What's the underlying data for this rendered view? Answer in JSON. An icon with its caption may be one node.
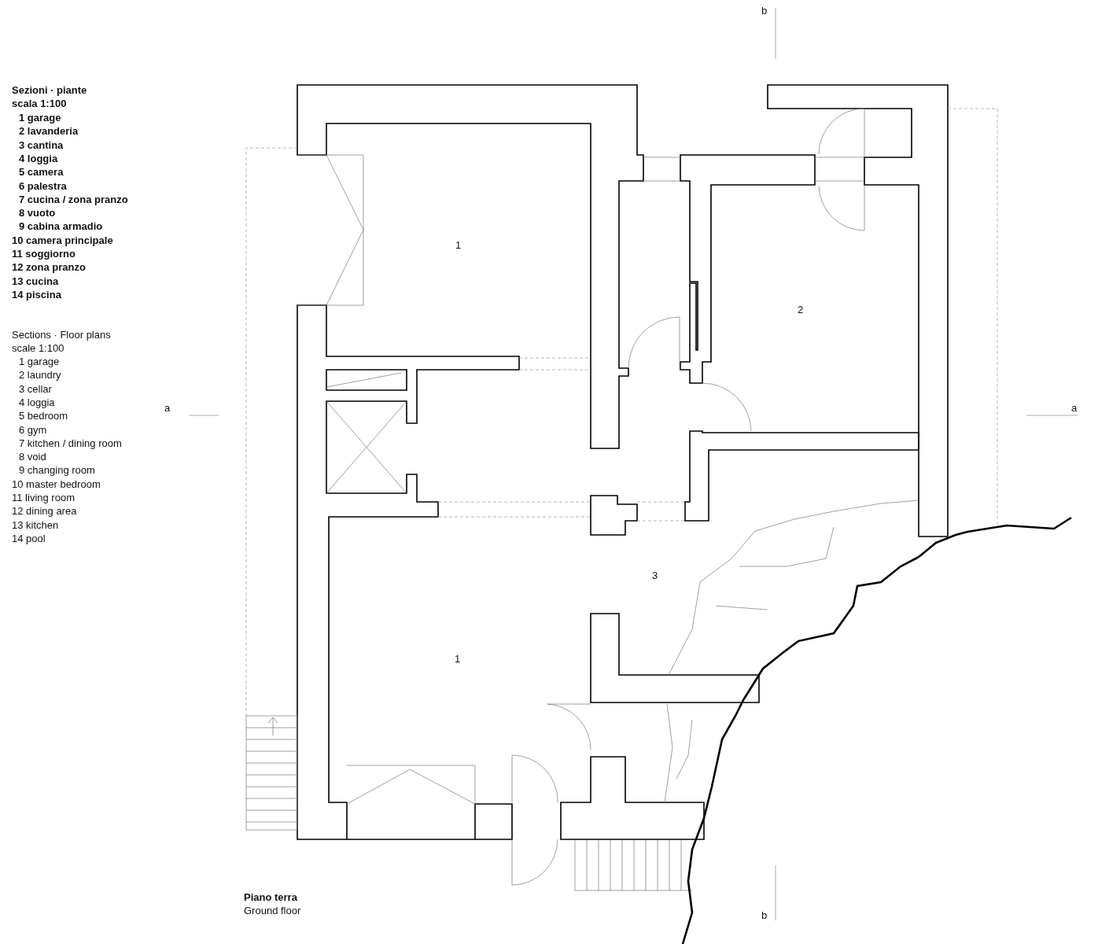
{
  "diagram": {
    "labels": [
      "b",
      "Sezioni · piante",
      "scala 1:100",
      "1 garage",
      "2 lavanderia",
      "3 cantina",
      "4 loggia",
      "5 camera",
      "6 palestra",
      "7 cucina / zona pranzo",
      "8 vuoto",
      "9 cabina armadio",
      "10 camera principale",
      "11 soggiorno",
      "12 zona pranzo",
      "13 cucina",
      "14 piscina",
      "Sections · Floor plans",
      "scale 1:100",
      "1 garage",
      "2 laundry",
      "3 cellar",
      "4 loggia",
      "5 bedroom",
      "6 gym",
      "7 kitchen / dining room",
      "8 void",
      "9 changing room",
      "10 master bedroom",
      "11 living room",
      "12 dining area",
      "13 kitchen",
      "14 pool",
      "1",
      "2",
      "a",
      "a",
      "3",
      "1",
      "Piano terra",
      "Ground floor",
      "b"
    ]
  }
}
